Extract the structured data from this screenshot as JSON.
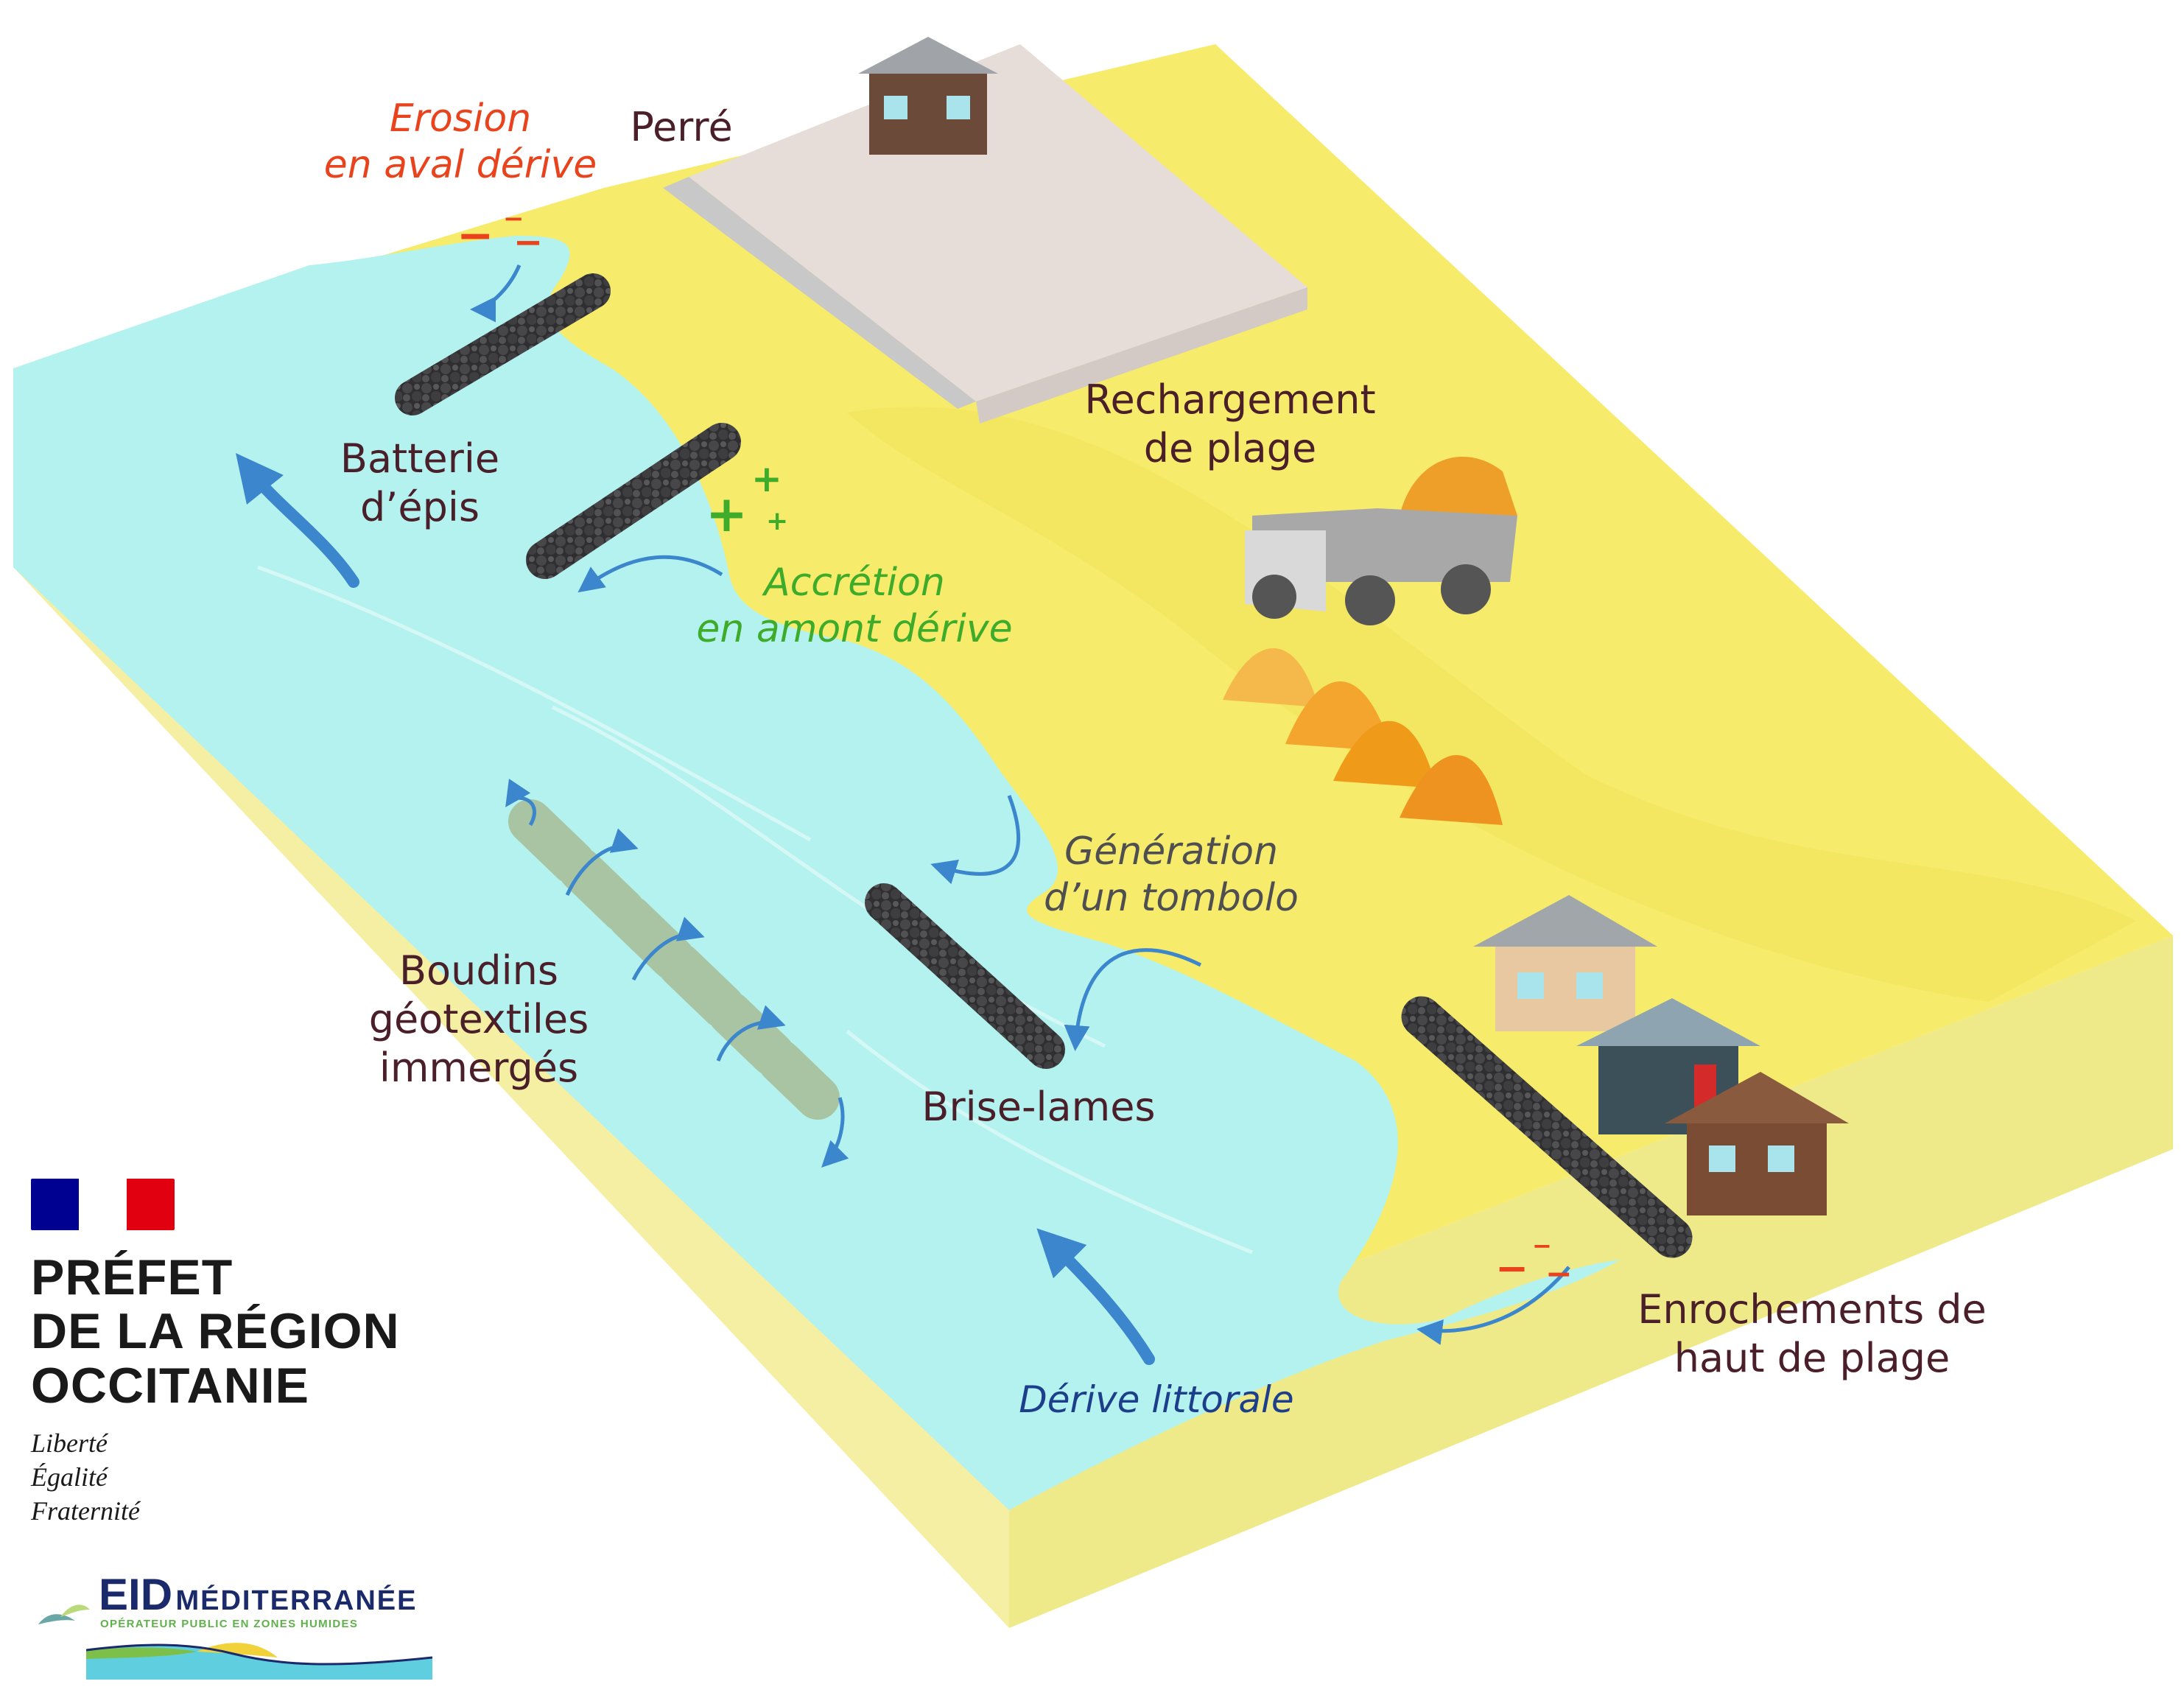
{
  "labels": {
    "erosion": [
      "Erosion",
      "en aval dérive"
    ],
    "perre": "Perré",
    "rechargement": [
      "Rechargement",
      "de plage"
    ],
    "batterie": [
      "Batterie",
      "d’épis"
    ],
    "accretion": [
      "Accrétion",
      "en amont dérive"
    ],
    "generation": [
      "Génération",
      "d’un tombolo"
    ],
    "boudins": [
      "Boudins",
      "géotextiles",
      "immergés"
    ],
    "brise": "Brise-lames",
    "enrochements": [
      "Enrochements de",
      "haut de plage"
    ],
    "derive": "Dérive littorale"
  },
  "signs": {
    "minus": "−",
    "plus": "+"
  },
  "logo_prefet": {
    "title": [
      "PRÉFET",
      "DE LA RÉGION",
      "OCCITANIE"
    ],
    "motto": [
      "Liberté",
      "Égalité",
      "Fraternité"
    ],
    "flag_colors": [
      "#000091",
      "#ffffff",
      "#e1000f"
    ]
  },
  "logo_eid": {
    "name": "EID",
    "name2": "MÉDITERRANÉE",
    "subtitle": "OPÉRATEUR PUBLIC EN ZONES HUMIDES"
  },
  "colors": {
    "sand": "#f6eb6a",
    "sand_light": "#f8f3a8",
    "sea": "#b3f2ee",
    "sea_edge": "#9eeaea",
    "rock": "#3a3a3c",
    "boudin": "#a8c4a2",
    "arrow": "#3b86cc",
    "wall": "#e6dcd8",
    "sand_pile": "#f0a21c"
  }
}
